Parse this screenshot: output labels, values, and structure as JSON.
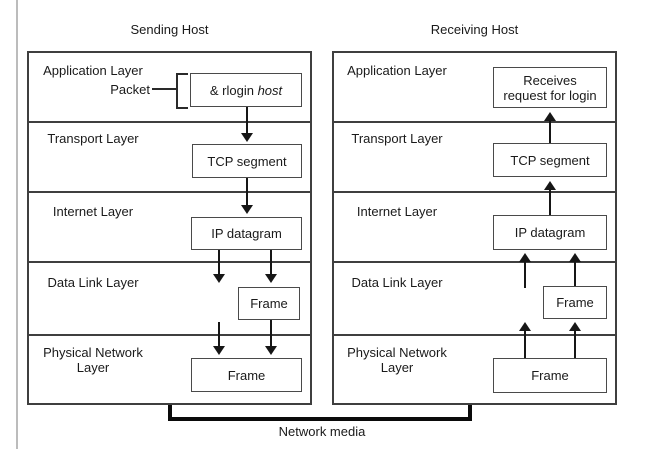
{
  "colors": {
    "background": "#ffffff",
    "page_rule": "#bcbcbc",
    "panel_border": "#3f3f3f",
    "node_border": "#4a4a4a",
    "arrow": "#161616",
    "media_bracket": "#0a0a0a",
    "text": "#1a1a1a"
  },
  "sending": {
    "title": "Sending Host",
    "layers": [
      {
        "lines": [
          "Application Layer"
        ]
      },
      {
        "lines": [
          "Transport Layer"
        ]
      },
      {
        "lines": [
          "Internet Layer"
        ]
      },
      {
        "lines": [
          "Data Link Layer"
        ]
      },
      {
        "lines": [
          "Physical Network",
          "Layer"
        ]
      }
    ],
    "packet_label": "Packet",
    "command_prefix": "& rlogin ",
    "command_arg": "host",
    "boxes": {
      "tcp": "TCP segment",
      "ip": "IP datagram",
      "frame_datalink": "Frame",
      "frame_physical": "Frame"
    }
  },
  "receiving": {
    "title": "Receiving Host",
    "layers": [
      {
        "lines": [
          "Application Layer"
        ]
      },
      {
        "lines": [
          "Transport Layer"
        ]
      },
      {
        "lines": [
          "Internet Layer"
        ]
      },
      {
        "lines": [
          "Data Link Layer"
        ]
      },
      {
        "lines": [
          "Physical Network",
          "Layer"
        ]
      }
    ],
    "boxes": {
      "app": {
        "lines": [
          "Receives",
          "request for login"
        ]
      },
      "tcp": "TCP segment",
      "ip": "IP datagram",
      "frame_datalink": "Frame",
      "frame_physical": "Frame"
    }
  },
  "footer": {
    "network_media": "Network media"
  }
}
